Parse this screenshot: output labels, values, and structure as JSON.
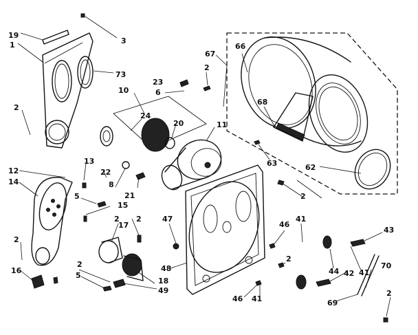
{
  "callouts": {
    "c1": "1",
    "c2": "2",
    "c3": "3",
    "c5": "5",
    "c6": "6",
    "c8": "8",
    "c10": "10",
    "c11": "11",
    "c12": "12",
    "c13": "13",
    "c14": "14",
    "c15": "15",
    "c16": "16",
    "c17": "17",
    "c18": "18",
    "c19": "19",
    "c20": "20",
    "c21": "21",
    "c22": "22",
    "c23": "23",
    "c24": "24",
    "c41": "41",
    "c42": "42",
    "c43": "43",
    "c44": "44",
    "c46": "46",
    "c47": "47",
    "c48": "48",
    "c49": "49",
    "c62": "62",
    "c63": "63",
    "c66": "66",
    "c67": "67",
    "c68": "68",
    "c69": "69",
    "c70": "70",
    "c73": "73"
  }
}
